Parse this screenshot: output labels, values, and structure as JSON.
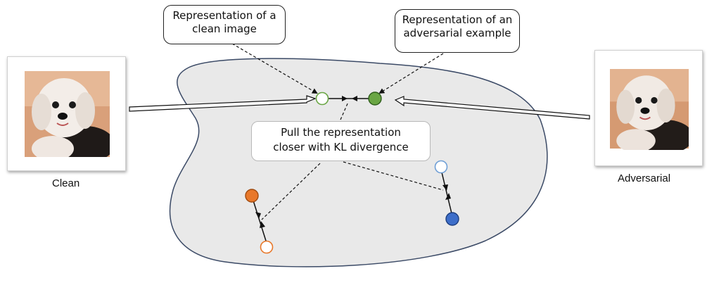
{
  "callouts": {
    "clean_repr": [
      "Representation of a",
      "clean image"
    ],
    "adv_repr": [
      "Representation of an",
      "adversarial example"
    ]
  },
  "center_label": [
    "Pull the representation",
    "closer with KL divergence"
  ],
  "images": {
    "clean_label": "Clean",
    "adversarial_label": "Adversarial"
  },
  "colors": {
    "region_fill": "#e9e9e9",
    "region_stroke": "#3b4a66",
    "green": "#6aa644",
    "orange": "#e8782a",
    "blue": "#3d6ec9",
    "light_blue_outline": "#6f9fd6"
  }
}
